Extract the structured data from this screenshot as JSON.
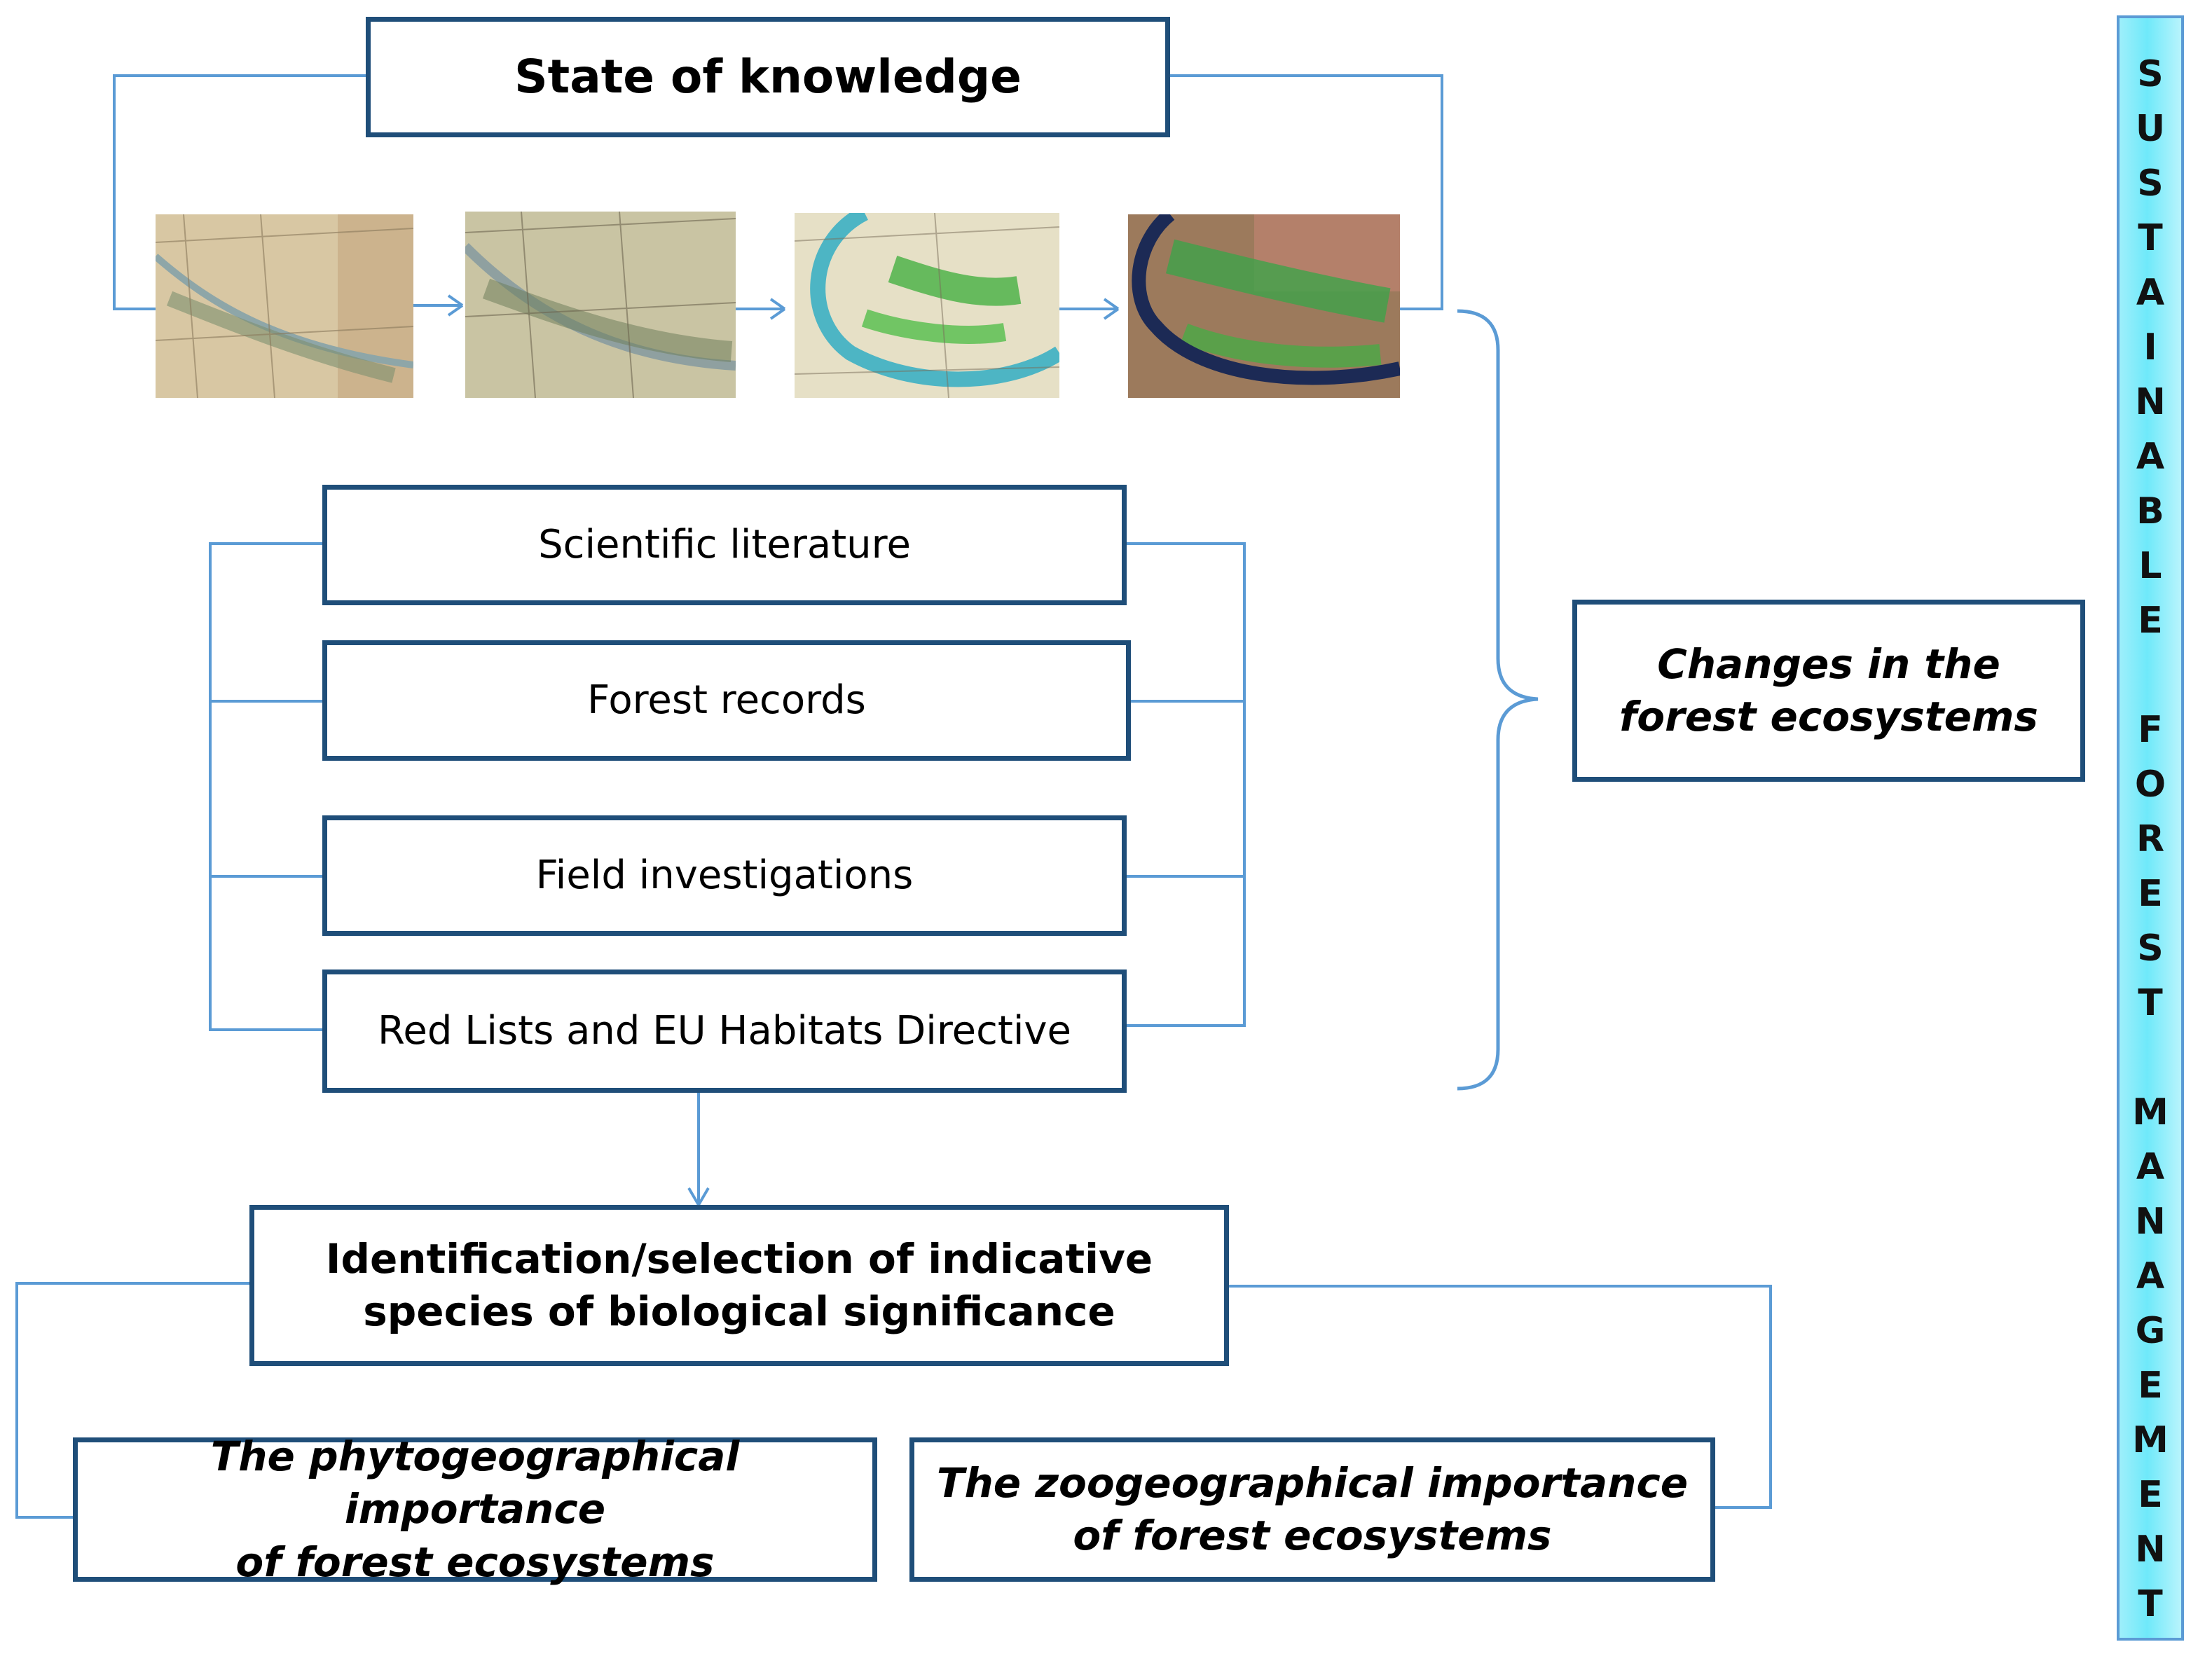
{
  "state_of_knowledge": "State of knowledge",
  "sources": {
    "scientific_literature": "Scientific literature",
    "forest_records": "Forest records",
    "field_investigations": "Field investigations",
    "red_lists": "Red Lists and EU Habitats Directive"
  },
  "changes": {
    "line1": "Changes in the",
    "line2": "forest ecosystems"
  },
  "identification": {
    "line1": "Identification/selection of indicative",
    "line2": "species of biological significance"
  },
  "phyto": {
    "line1": "The phytogeographical importance",
    "line2": "of forest ecosystems"
  },
  "zoo": {
    "line1": "The zoogeographical importance",
    "line2": "of forest ecosystems"
  },
  "side_bar_letters": [
    "S",
    "U",
    "S",
    "T",
    "A",
    "I",
    "N",
    "A",
    "B",
    "L",
    "E",
    "",
    "F",
    "O",
    "R",
    "E",
    "S",
    "T",
    "",
    "M",
    "A",
    "N",
    "A",
    "G",
    "E",
    "M",
    "E",
    "N",
    "T"
  ],
  "colors": {
    "connector": "#5b9bd5",
    "box_border": "#1f4e79",
    "side_bar": "#6fe9fa"
  }
}
